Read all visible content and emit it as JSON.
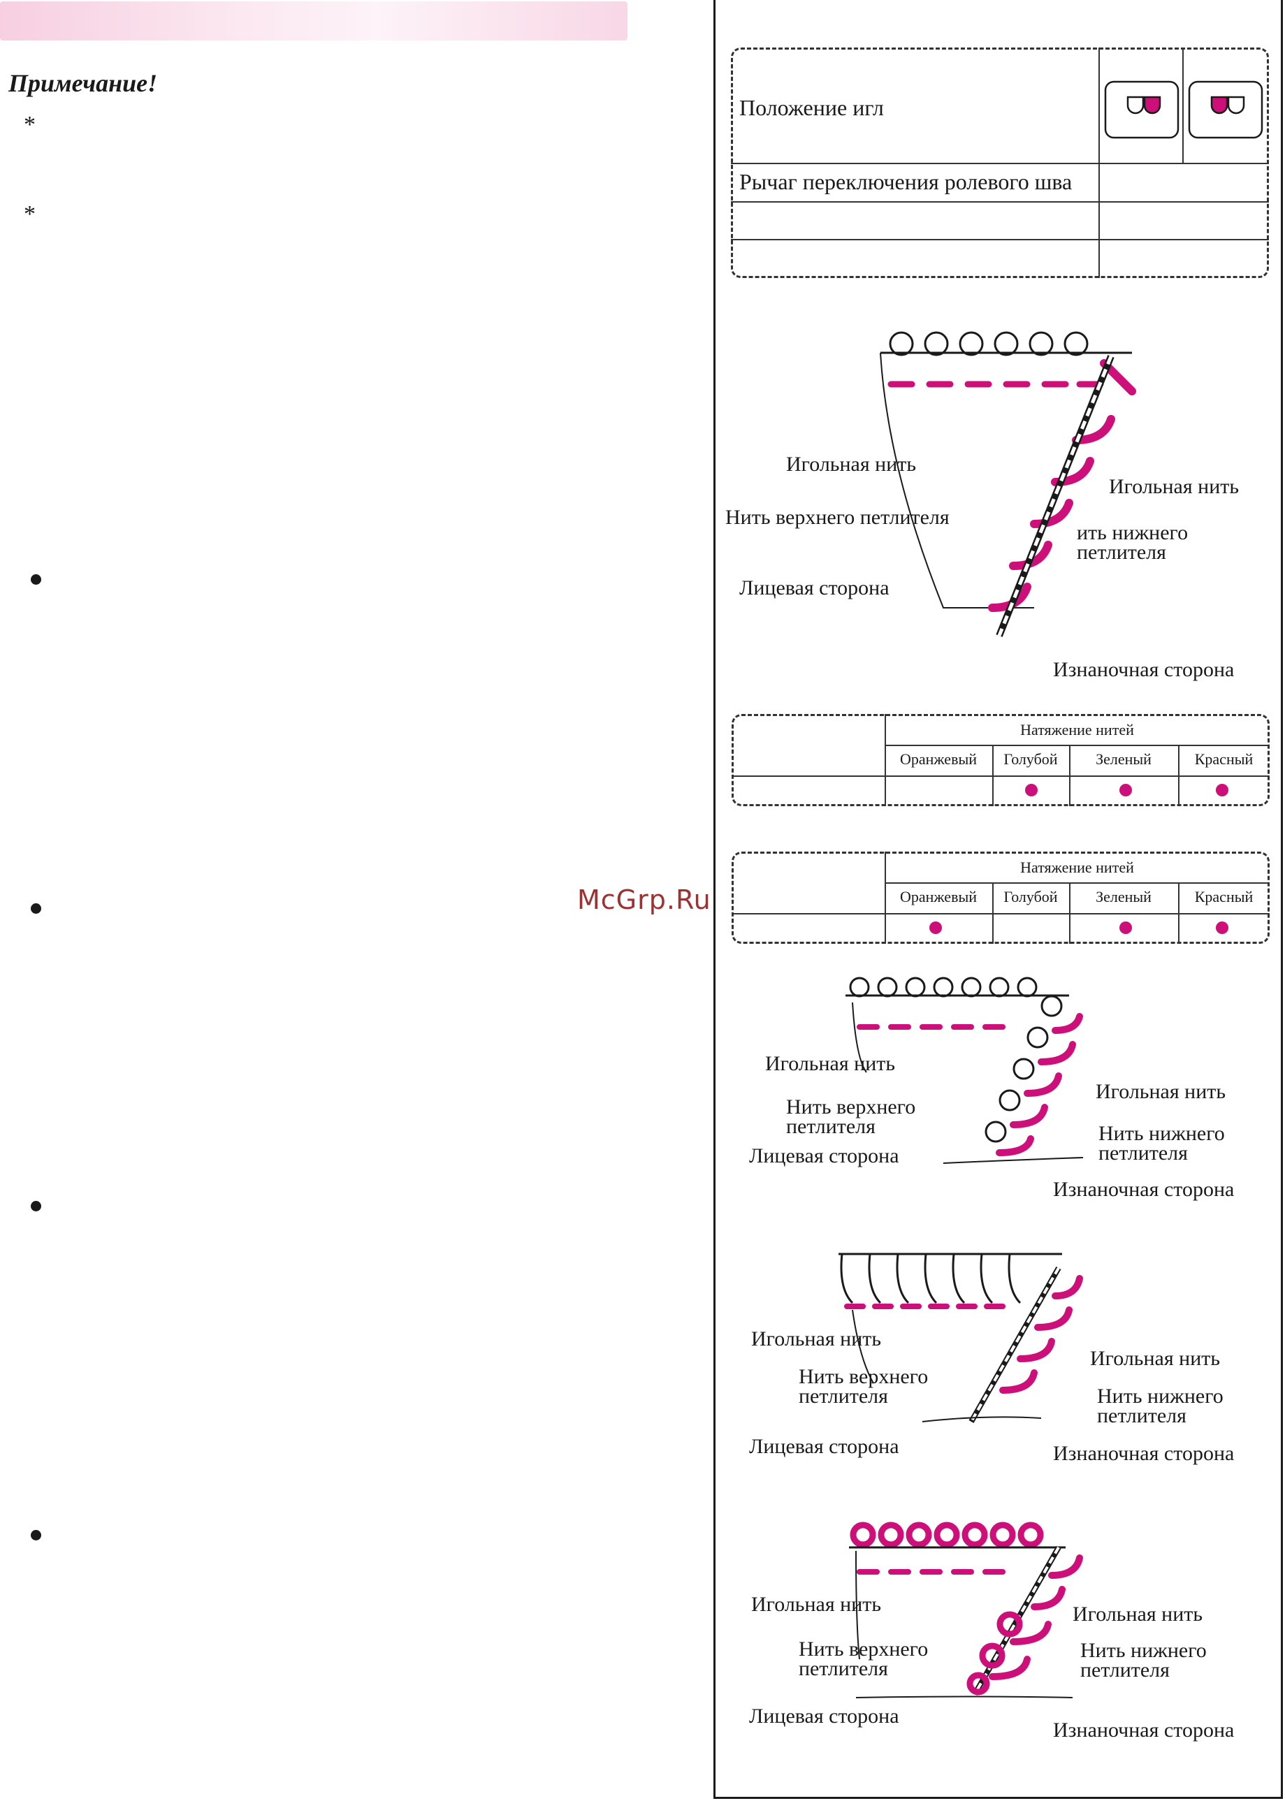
{
  "note": {
    "title": "Примечание!",
    "asterisk": "*",
    "bullet": "•"
  },
  "watermark": "McGrp.Ru",
  "colors": {
    "accent": "#cc0f79",
    "ink": "#1a1a1a",
    "banner": "#f7cfe1"
  },
  "settings_table": {
    "row_needle_position": "Положение игл",
    "row_rolled_lever": "Рычаг переключения ролевого шва",
    "needle_icons": [
      "needle-position-right-icon",
      "needle-position-left-icon"
    ]
  },
  "tension_table_header": "Натяжение нитей",
  "tension_columns": [
    "Оранжевый",
    "Голубой",
    "Зеленый",
    "Красный"
  ],
  "diagram_1": {
    "needle_thread_left": "Игольная нить",
    "upper_looper": "Нить верхнего петлителя",
    "needle_thread_right": "Игольная нить",
    "lower_looper_1": "ить нижнего",
    "lower_looper_2": "петлителя",
    "face_side": "Лицевая сторона",
    "back_side": "Изнаночная сторона"
  },
  "diagram_2": {
    "needle_thread_left": "Игольная нить",
    "upper_looper_1": "Нить верхнего",
    "upper_looper_2": "петлителя",
    "face_side": "Лицевая сторона",
    "needle_thread_right": "Игольная нить",
    "lower_looper_1": "Нить нижнего",
    "lower_looper_2": "петлителя",
    "back_side": "Изнаночная сторона"
  },
  "diagram_3": {
    "needle_thread_left": "Игольная нить",
    "upper_looper_1": "Нить верхнего",
    "upper_looper_2": "петлителя",
    "face_side": "Лицевая сторона",
    "needle_thread_right": "Игольная нить",
    "lower_looper_1": "Нить нижнего",
    "lower_looper_2": "петлителя",
    "back_side": "Изнаночная сторона"
  },
  "diagram_4": {
    "needle_thread_left": "Игольная нить",
    "upper_looper_1": "Нить верхнего",
    "upper_looper_2": "петлителя",
    "face_side": "Лицевая сторона",
    "needle_thread_right": "Игольная нить",
    "lower_looper_1": "Нить нижнего",
    "lower_looper_2": "петлителя",
    "back_side": "Изнаночная сторона"
  }
}
